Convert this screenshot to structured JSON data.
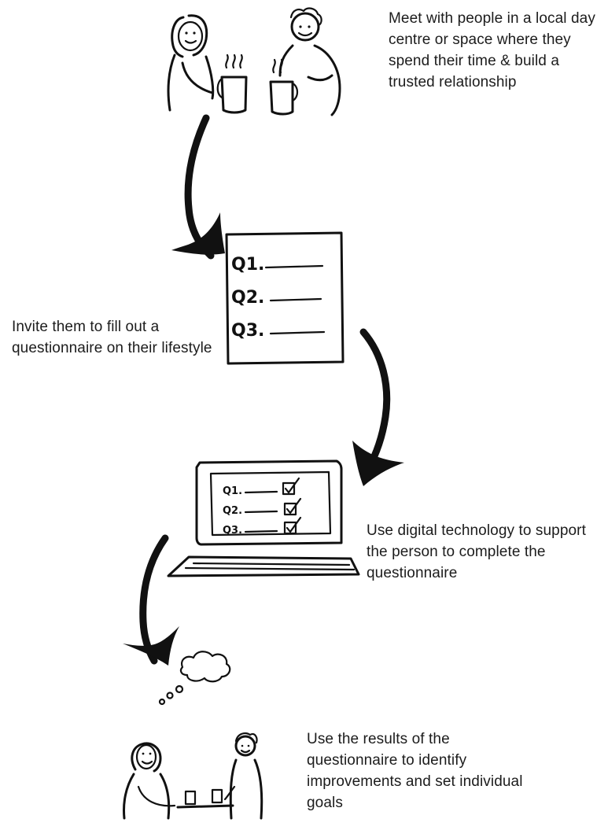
{
  "steps": [
    {
      "text": "Meet with people in a local day centre or space where they spend their time & build a trusted relationship"
    },
    {
      "text": "Invite them to fill out a questionnaire on their lifestyle"
    },
    {
      "text": "Use digital technology to support the person to complete the questionnaire"
    },
    {
      "text": "Use the results of the questionnaire to identify improvements and set individual goals"
    }
  ],
  "paper_questions": [
    "Q1.",
    "Q2.",
    "Q3."
  ],
  "screen_questions": [
    "Q1.",
    "Q2.",
    "Q3."
  ],
  "icons": [
    "people-with-mugs-icon",
    "questionnaire-paper-icon",
    "computer-questionnaire-icon",
    "people-thinking-icon"
  ]
}
